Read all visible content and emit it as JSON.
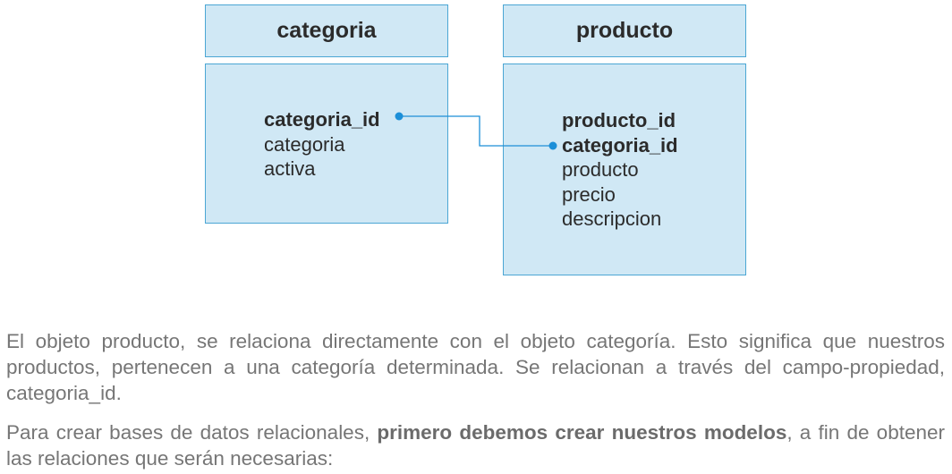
{
  "entities": [
    {
      "id": "categoria",
      "title": "categoria",
      "fields": [
        {
          "name": "categoria_id",
          "key": true
        },
        {
          "name": "categoria",
          "key": false
        },
        {
          "name": "activa",
          "key": false
        }
      ]
    },
    {
      "id": "producto",
      "title": "producto",
      "fields": [
        {
          "name": "producto_id",
          "key": true
        },
        {
          "name": "categoria_id",
          "key": true
        },
        {
          "name": "producto",
          "key": false
        },
        {
          "name": "precio",
          "key": false
        },
        {
          "name": "descripcion",
          "key": false
        }
      ]
    }
  ],
  "relation": {
    "from": "categoria.categoria_id",
    "to": "producto.categoria_id",
    "color": "#1c8fd8"
  },
  "colors": {
    "box_fill": "#d0e8f5",
    "box_border": "#4ba6d4",
    "body_text": "#767676"
  },
  "paragraphs": {
    "p1": "El objeto producto, se relaciona directamente con el objeto categoría. Esto significa que nuestros productos, pertenecen a una categoría determinada. Se relacionan a través del campo-propiedad, categoria_id.",
    "p2_start": "Para crear bases de datos relacionales, ",
    "p2_bold": "primero debemos crear nuestros modelos",
    "p2_end": ", a fin de obtener las relaciones que serán necesarias:"
  }
}
